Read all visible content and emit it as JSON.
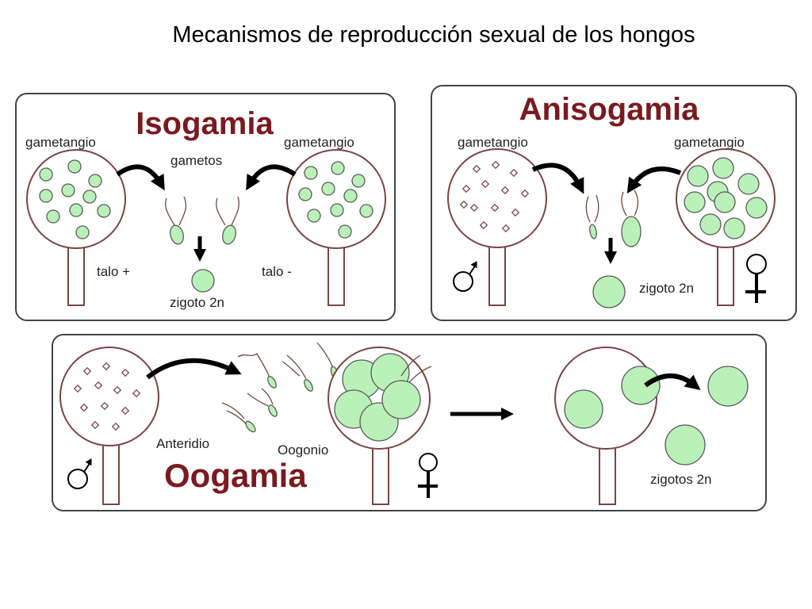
{
  "title": "Mecanismos de reproducción sexual de los hongos",
  "isogamia": {
    "heading": "Isogamia",
    "gametangio_left": "gametangio",
    "gametangio_right": "gametangio",
    "gametos": "gametos",
    "talo_plus": "talo +",
    "talo_minus": "talo -",
    "zigoto": "zigoto 2n"
  },
  "anisogamia": {
    "heading": "Anisogamia",
    "gametangio_left": "gametangio",
    "gametangio_right": "gametangio",
    "zigoto": "zigoto 2n"
  },
  "oogamia": {
    "heading": "Oogamia",
    "anteridio": "Anteridio",
    "oogonio": "Oogonio",
    "zigotos": "zigotos 2n"
  },
  "colors": {
    "heading": "#7a1a1f",
    "cell_fill": "#b9f1b9",
    "outline": "#7a4444"
  },
  "icons": [
    "male-symbol-icon",
    "female-symbol-icon",
    "curved-arrow-icon",
    "right-arrow-icon",
    "down-arrow-icon"
  ]
}
